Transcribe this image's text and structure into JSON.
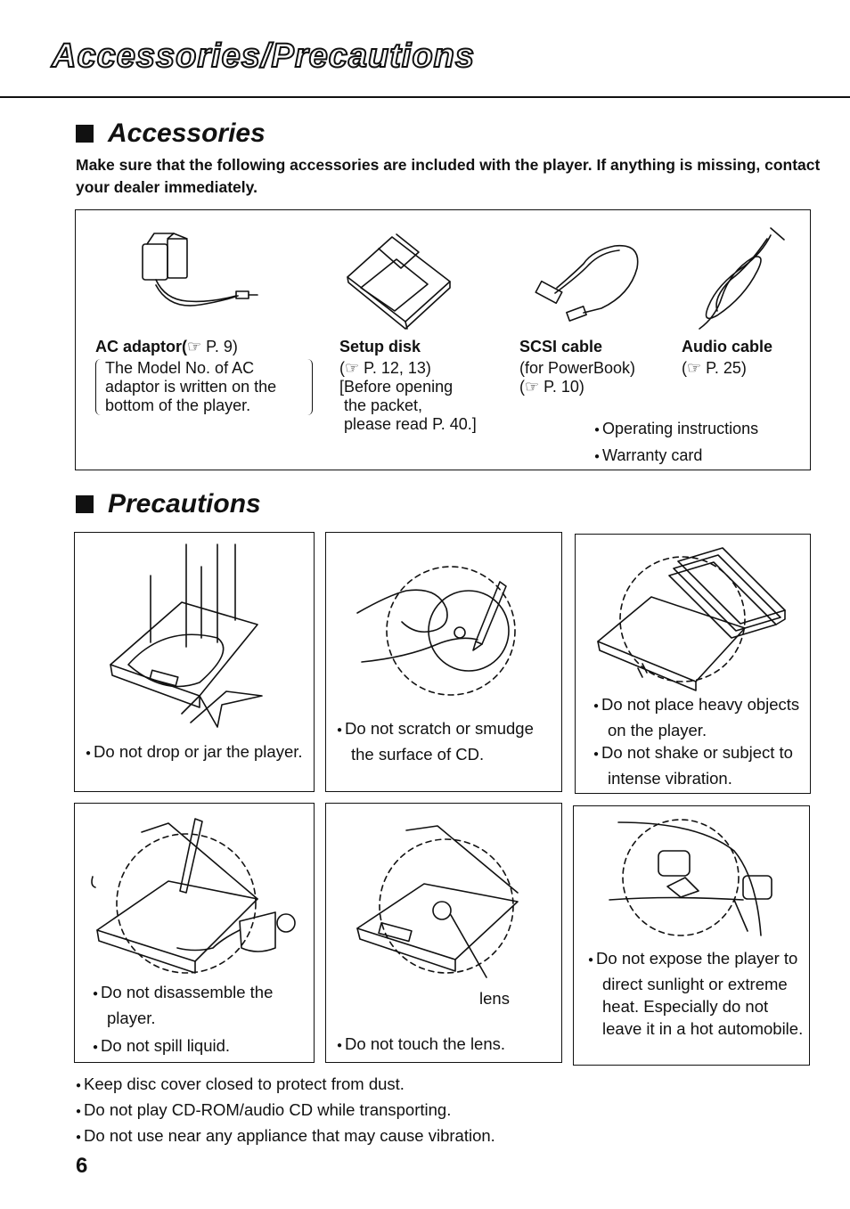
{
  "header": {
    "title": "Accessories/Precautions"
  },
  "accessories": {
    "heading": "Accessories",
    "intro": "Make sure that the following accessories are included with the player. If anything is missing, contact your dealer immediately.",
    "items": [
      {
        "name": "AC adaptor(",
        "ref": "☞ P. 9)",
        "lines": [
          "The Model No. of AC",
          "adaptor is written on the",
          "bottom of the player."
        ]
      },
      {
        "name": "Setup disk",
        "lines": [
          "(☞ P. 12, 13)",
          "[Before opening",
          " the packet,",
          " please read P. 40.]"
        ]
      },
      {
        "name": "SCSI cable",
        "lines": [
          "(for PowerBook)",
          "(☞ P. 10)"
        ]
      },
      {
        "name": "Audio cable",
        "lines": [
          "(☞ P. 25)"
        ]
      }
    ],
    "extras": [
      "Operating instructions",
      "Warranty card"
    ],
    "icons": [
      "ac-adaptor-icon",
      "floppy-disk-icon",
      "scsi-cable-icon",
      "audio-cable-icon"
    ]
  },
  "precautions": {
    "heading": "Precautions",
    "panels": [
      {
        "icon": "dropped-player-icon",
        "bullets": [
          "Do not drop or jar the player."
        ]
      },
      {
        "icon": "scratched-cd-icon",
        "bullets": [
          "Do not scratch or smudge the surface of CD."
        ]
      },
      {
        "icon": "heavy-objects-icon",
        "bullets": [
          "Do not place heavy objects on the player.",
          "Do not shake or subject to intense vibration."
        ]
      },
      {
        "icon": "disassemble-spill-icon",
        "bullets": [
          "Do not disassemble the player.",
          "Do not spill liquid."
        ]
      },
      {
        "icon": "open-player-lens-icon",
        "label": "lens",
        "bullets": [
          "Do not touch the lens."
        ]
      },
      {
        "icon": "car-sunlight-icon",
        "bullets": [
          "Do not expose the player to direct sunlight or extreme heat. Especially do not leave it in a hot automobile."
        ]
      }
    ],
    "general": [
      "Keep disc cover closed to protect from dust.",
      "Do not play CD-ROM/audio CD while transporting.",
      "Do not use near any appliance that may cause vibration."
    ]
  },
  "footer": {
    "page_number": "6"
  }
}
